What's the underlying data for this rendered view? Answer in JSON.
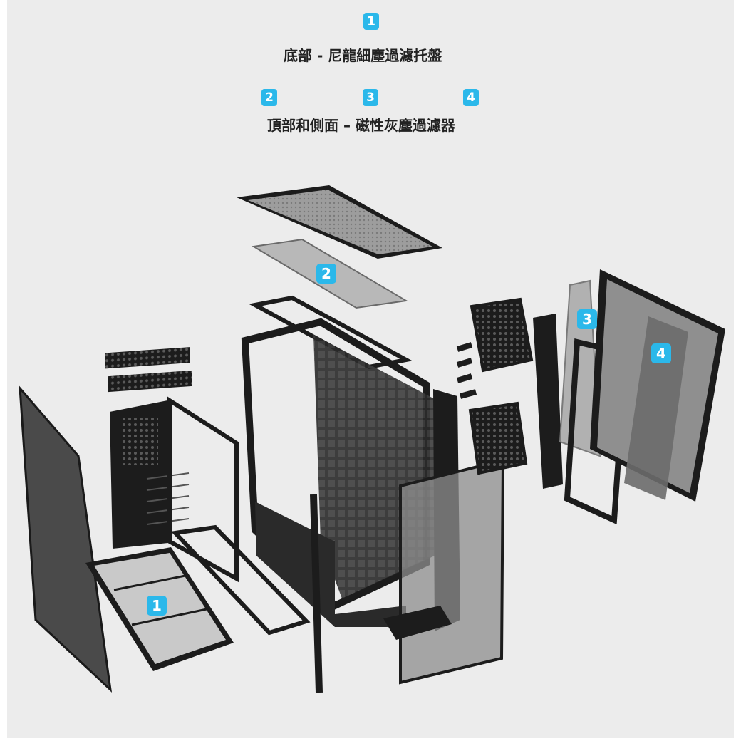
{
  "legend": {
    "bottom_number": "1",
    "bottom_text": "底部 - 尼龍細塵過濾托盤",
    "top_numbers": [
      "2",
      "3",
      "4"
    ],
    "top_text": "頂部和側面 – 磁性灰塵過濾器"
  },
  "callouts": {
    "top_filter": "2",
    "bottom_tray": "1",
    "side_filter_a": "3",
    "side_filter_b": "4"
  },
  "colors": {
    "accent": "#2bb8ea",
    "background": "#ececec",
    "metal": "#1c1c1c"
  }
}
